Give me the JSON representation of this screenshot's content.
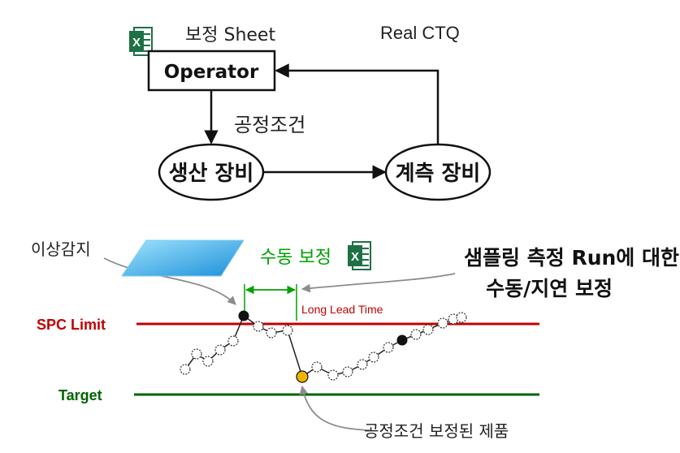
{
  "top_flow": {
    "sheet_label": "보정 Sheet",
    "real_ctq_label": "Real CTQ",
    "operator_label": "Operator",
    "process_condition_label": "공정조건",
    "production_equipment_label": "생산 장비",
    "measurement_equipment_label": "계측 장비"
  },
  "spc_panel": {
    "anomaly_label": "이상감지",
    "manual_correction_label": "수동 보정",
    "callout_line1": "샘플링 측정 Run에 대한",
    "callout_line2": "수동/지연 보정",
    "long_lead_time_label": "Long Lead Time",
    "spc_limit_label": "SPC Limit",
    "target_label": "Target",
    "corrected_product_label": "공정조건 보정된 제품"
  },
  "colors": {
    "spc_limit": "#c00000",
    "target": "#006400",
    "lead_time_bracket": "#00a000",
    "manual_correction_text": "#00a000",
    "excel_green": "#1e7145",
    "corrected_point": "#f0b400",
    "gray_arrow": "#8c8c8c"
  },
  "icons": [
    "excel-icon",
    "excel-icon"
  ]
}
